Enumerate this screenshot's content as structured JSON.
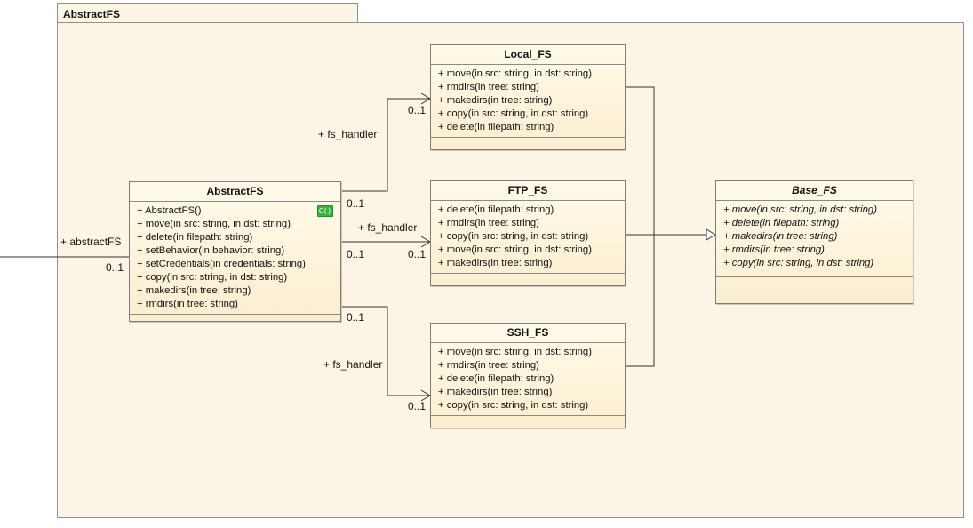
{
  "package": {
    "name": "AbstractFS"
  },
  "classes": {
    "abstractfs": {
      "name": "AbstractFS",
      "ctor_badge": "C()",
      "operations": [
        "+ AbstractFS()",
        "+ move(in src: string, in dst: string)",
        "+ delete(in filepath: string)",
        "+ setBehavior(in behavior: string)",
        "+ setCredentials(in credentials: string)",
        "+ copy(in src: string, in dst: string)",
        "+ makedirs(in tree: string)",
        "+ rmdirs(in tree: string)"
      ]
    },
    "local_fs": {
      "name": "Local_FS",
      "operations": [
        "+ move(in src: string, in dst: string)",
        "+ rmdirs(in tree: string)",
        "+ makedirs(in tree: string)",
        "+ copy(in src: string, in dst: string)",
        "+ delete(in filepath: string)"
      ]
    },
    "ftp_fs": {
      "name": "FTP_FS",
      "operations": [
        "+ delete(in filepath: string)",
        "+ rmdirs(in tree: string)",
        "+ copy(in src: string, in dst: string)",
        "+ move(in src: string, in dst: string)",
        "+ makedirs(in tree: string)"
      ]
    },
    "ssh_fs": {
      "name": "SSH_FS",
      "operations": [
        "+ move(in src: string, in dst: string)",
        "+ rmdirs(in tree: string)",
        "+ delete(in filepath: string)",
        "+ makedirs(in tree: string)",
        "+ copy(in src: string, in dst: string)"
      ]
    },
    "base_fs": {
      "name": "Base_FS",
      "operations": [
        "+ move(in src: string, in dst: string)",
        "+ delete(in filepath: string)",
        "+ makedirs(in tree: string)",
        "+ rmdirs(in tree: string)",
        "+ copy(in src: string, in dst: string)"
      ]
    }
  },
  "associations": {
    "external": {
      "role": "+ abstractFS",
      "multiplicity": "0..1"
    },
    "to_local": {
      "role": "+ fs_handler",
      "source_mult": "0..1",
      "target_mult": "0..1"
    },
    "to_ftp": {
      "role": "+ fs_handler",
      "source_mult": "0..1",
      "target_mult": "0..1"
    },
    "to_ssh": {
      "role": "+ fs_handler",
      "source_mult": "0..1",
      "target_mult": "0..1"
    }
  }
}
